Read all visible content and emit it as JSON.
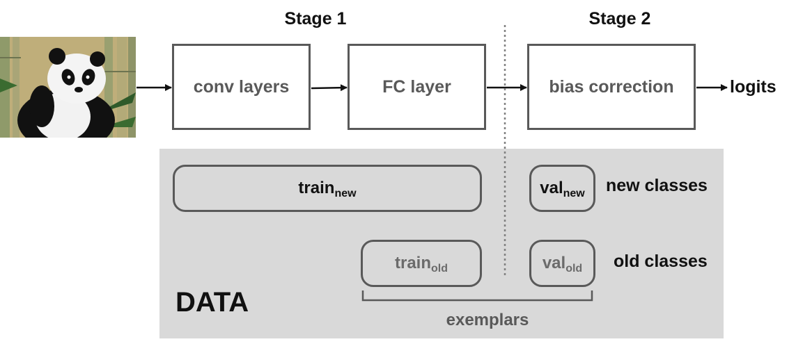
{
  "stages": {
    "stage1": "Stage 1",
    "stage2": "Stage 2"
  },
  "pipeline": {
    "input_image": "panda-photo",
    "conv": "conv layers",
    "fc": "FC layer",
    "bias": "bias correction",
    "output": "logits"
  },
  "data_panel": {
    "title": "DATA",
    "train_new": {
      "main": "train",
      "sub": "new"
    },
    "val_new": {
      "main": "val",
      "sub": "new"
    },
    "train_old": {
      "main": "train",
      "sub": "old"
    },
    "val_old": {
      "main": "val",
      "sub": "old"
    },
    "new_classes": "new classes",
    "old_classes": "old classes",
    "exemplars": "exemplars"
  },
  "colors": {
    "box_border": "#595959",
    "panel_bg": "#d9d9d9",
    "text_dark": "#111111",
    "text_gray": "#595959"
  }
}
